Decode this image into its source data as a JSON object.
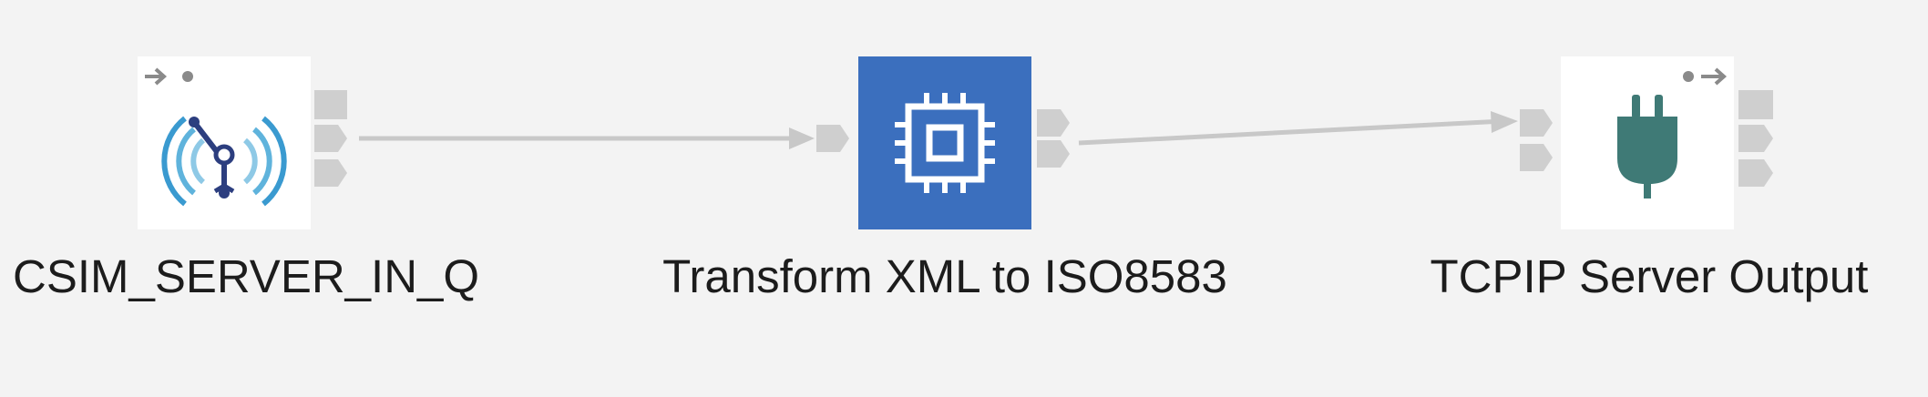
{
  "flow": {
    "nodes": [
      {
        "id": "csim-server-in-q",
        "label": "CSIM_SERVER_IN_Q",
        "icon": "mq-input-antenna-icon",
        "accent": "#2c4a8f"
      },
      {
        "id": "transform-xml",
        "label": "Transform XML to ISO8583",
        "icon": "compute-chip-icon",
        "accent": "#3b6fbe"
      },
      {
        "id": "tcpip-server-output",
        "label": "TCPIP Server Output",
        "icon": "plug-icon",
        "accent": "#3f7a76"
      }
    ],
    "connections": [
      {
        "from": "CSIM_SERVER_IN_Q",
        "to": "Transform XML to ISO8583"
      },
      {
        "from": "Transform XML to ISO8583",
        "to": "TCPIP Server Output"
      }
    ],
    "colors": {
      "canvas": "#f3f3f3",
      "terminal": "#cfcfcf",
      "connector": "#c8c8c8",
      "terminal_marker": "#8a8a8a"
    }
  }
}
